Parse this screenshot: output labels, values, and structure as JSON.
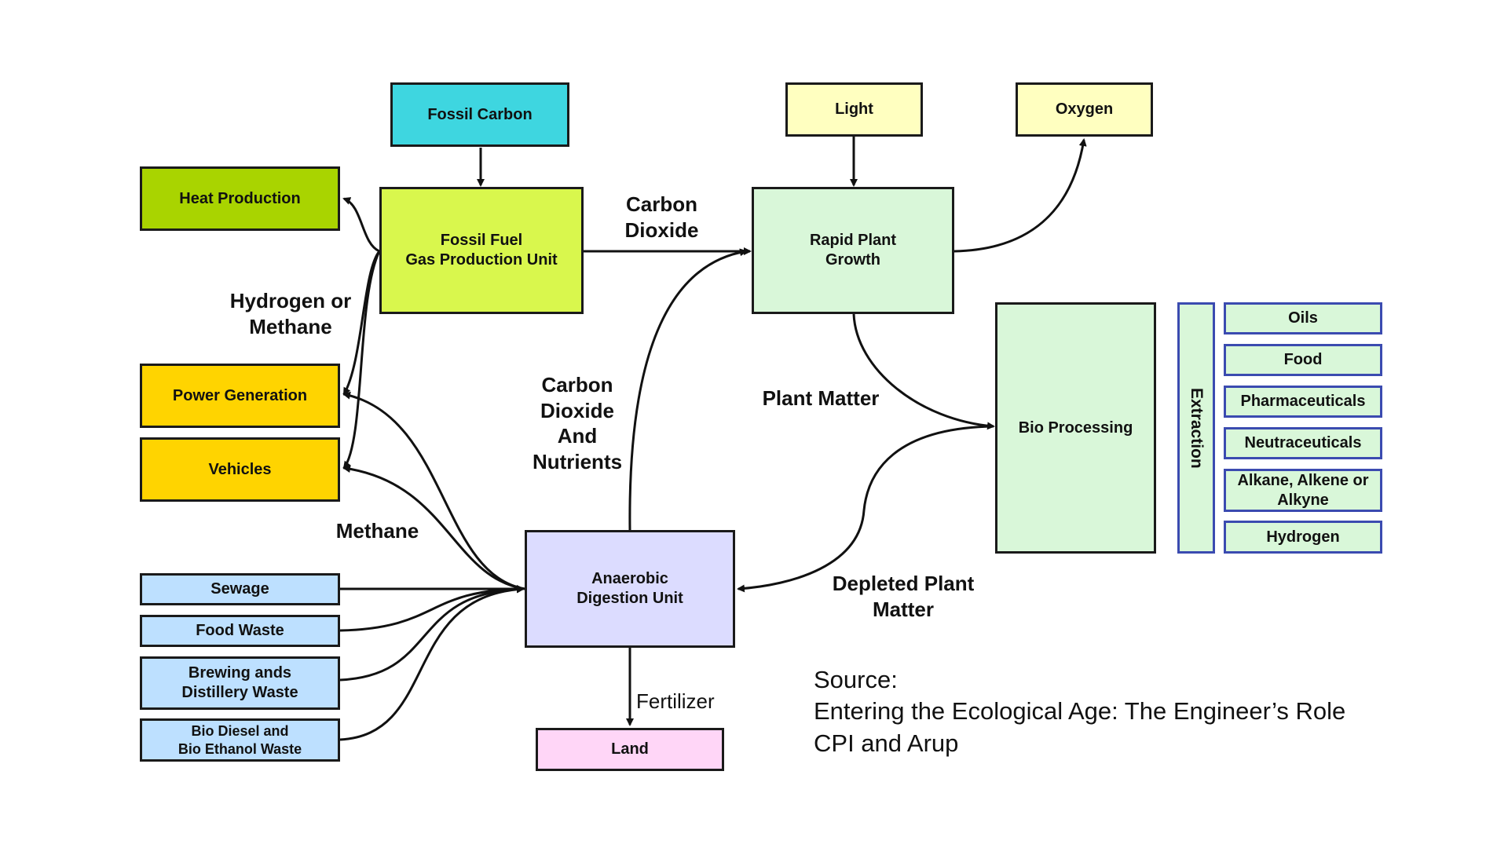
{
  "colors": {
    "fossil_carbon": "#3ed6e0",
    "fossil_fuel_unit": "#d9f74d",
    "heat_production": "#a9d400",
    "power_vehicles": "#ffd400",
    "inputs_blue": "#bde0ff",
    "light_oxygen": "#ffffc0",
    "green_pale": "#d9f7d9",
    "anaerobic": "#dcdcff",
    "land": "#ffd6f7",
    "outline_blue": "#3b4bb0"
  },
  "boxes": {
    "fossil_carbon": "Fossil Carbon",
    "fossil_fuel_unit": "Fossil Fuel\nGas Production Unit",
    "heat_production": "Heat Production",
    "power_generation": "Power Generation",
    "vehicles": "Vehicles",
    "sewage": "Sewage",
    "food_waste": "Food Waste",
    "brewing": "Brewing ands\nDistillery Waste",
    "biodiesel": "Bio Diesel and\nBio Ethanol Waste",
    "light": "Light",
    "oxygen": "Oxygen",
    "rapid_plant": "Rapid Plant\nGrowth",
    "bio_processing": "Bio Processing",
    "anaerobic": "Anaerobic\nDigestion Unit",
    "land": "Land"
  },
  "extraction": {
    "label": "Extraction",
    "products": [
      "Oils",
      "Food",
      "Pharmaceuticals",
      "Neutraceuticals",
      "Alkane, Alkene or Alkyne",
      "Hydrogen"
    ]
  },
  "labels": {
    "carbon_dioxide": "Carbon\nDioxide",
    "hydrogen_methane": "Hydrogen or\nMethane",
    "co2_nutrients": "Carbon\nDioxide\nAnd\nNutrients",
    "plant_matter": "Plant Matter",
    "methane": "Methane",
    "depleted": "Depleted Plant\nMatter",
    "fertilizer": "Fertilizer"
  },
  "source": {
    "line1": "Source:",
    "line2": "Entering the Ecological Age: The Engineer’s Role",
    "line3": "CPI and Arup"
  }
}
